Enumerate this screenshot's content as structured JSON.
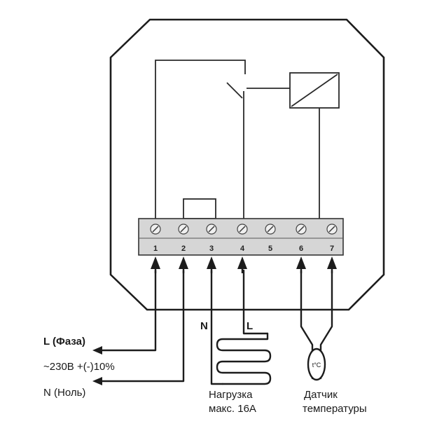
{
  "terminals": [
    "1",
    "2",
    "3",
    "4",
    "5",
    "6",
    "7"
  ],
  "labels": {
    "phase": "L (Фаза)",
    "voltage": "~230B +(-)10%",
    "neutral": "N (Ноль)",
    "load_n": "N",
    "load_l": "L",
    "load_line1": "Нагрузка",
    "load_line2": "макс. 16A",
    "sensor_line1": "Датчик",
    "sensor_line2": "температуры",
    "sensor_symbol": "t°C"
  }
}
